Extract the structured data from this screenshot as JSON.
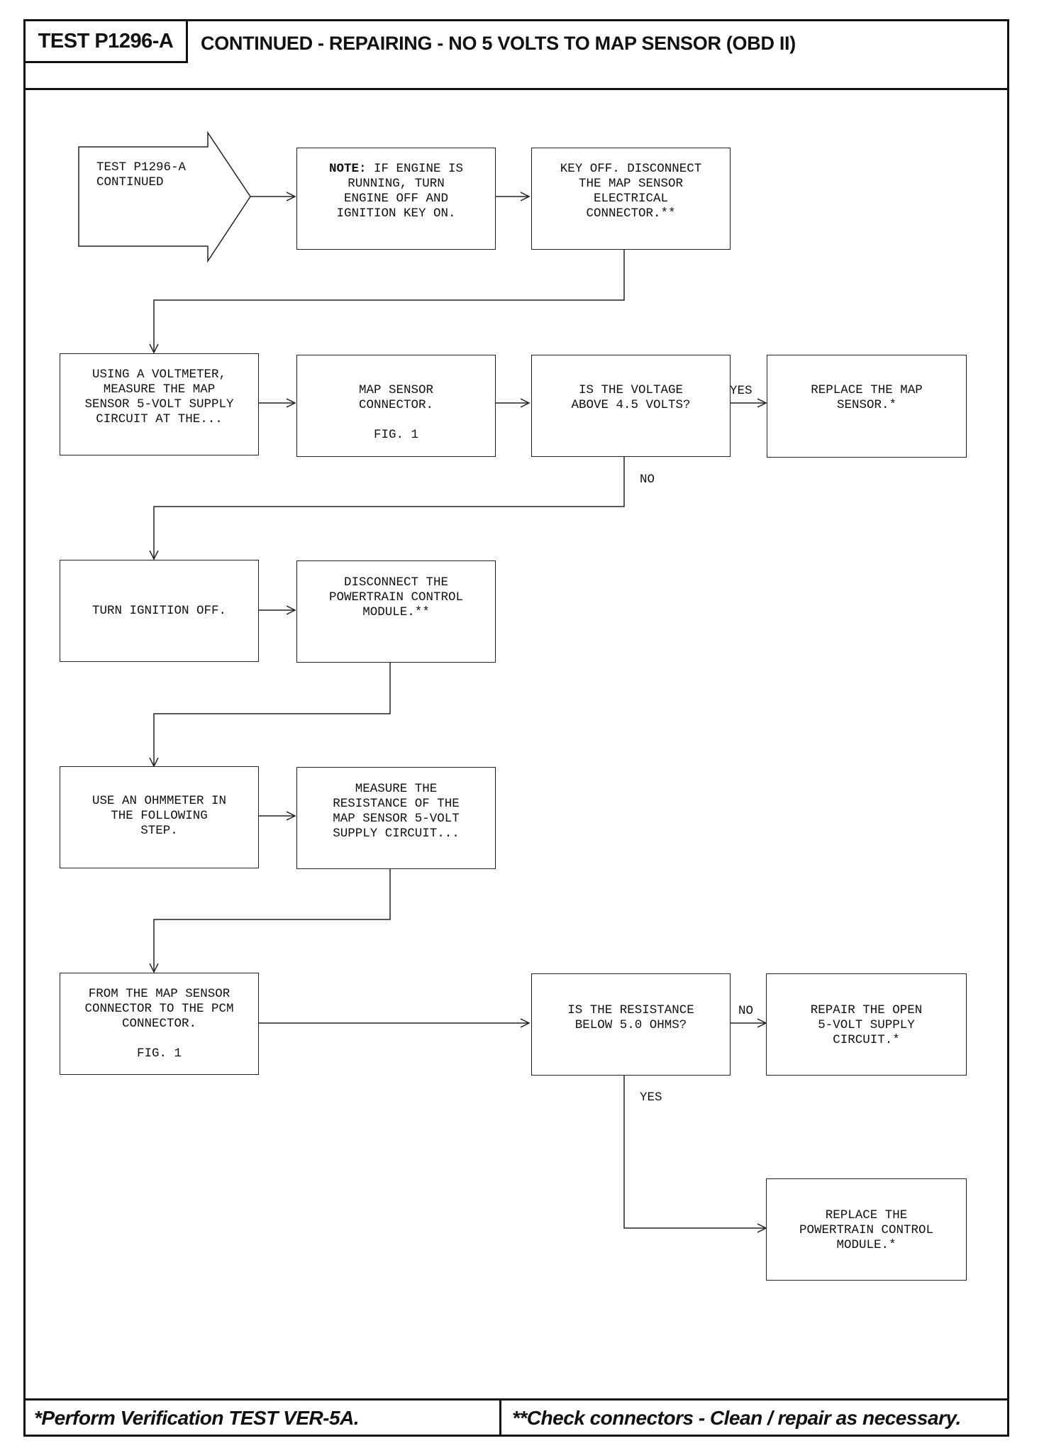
{
  "header": {
    "test_id": "TEST P1296-A",
    "title": "CONTINUED - REPAIRING - NO 5 VOLTS TO MAP SENSOR (OBD II)"
  },
  "start": {
    "lines": [
      "TEST P1296-A",
      "CONTINUED"
    ]
  },
  "steps": {
    "note": {
      "bold": "NOTE:",
      "line1": " IF ENGINE IS",
      "line2": "RUNNING, TURN",
      "line3": "ENGINE OFF AND",
      "line4": "IGNITION KEY ON."
    },
    "disconnect_map": {
      "line1": "KEY OFF. DISCONNECT",
      "line2": "THE MAP SENSOR",
      "line3": "ELECTRICAL",
      "line4": "CONNECTOR.**"
    },
    "voltmeter": {
      "line1": "USING A VOLTMETER,",
      "line2": "MEASURE THE MAP",
      "line3": "SENSOR 5-VOLT SUPPLY",
      "line4": "CIRCUIT AT THE..."
    },
    "map_connector": {
      "line1": "MAP SENSOR",
      "line2": "CONNECTOR.",
      "fig": "FIG. 1"
    },
    "voltage_question": {
      "line1": "IS THE VOLTAGE",
      "line2": "ABOVE 4.5 VOLTS?"
    },
    "replace_map": {
      "line1": "REPLACE THE MAP",
      "line2": "SENSOR.*"
    },
    "ignition_off": {
      "line1": "TURN IGNITION OFF."
    },
    "disconnect_pcm": {
      "line1": "DISCONNECT THE",
      "line2": "POWERTRAIN CONTROL",
      "line3": "MODULE.**"
    },
    "ohmmeter": {
      "line1": "USE AN OHMMETER IN",
      "line2": "THE FOLLOWING",
      "line3": "STEP."
    },
    "measure_resistance": {
      "line1": "MEASURE THE",
      "line2": "RESISTANCE OF THE",
      "line3": "MAP SENSOR 5-VOLT",
      "line4": "SUPPLY CIRCUIT..."
    },
    "from_map": {
      "line1": "FROM THE MAP SENSOR",
      "line2": "CONNECTOR TO THE PCM",
      "line3": "CONNECTOR.",
      "fig": "FIG. 1"
    },
    "resistance_question": {
      "line1": "IS THE RESISTANCE",
      "line2": "BELOW 5.0 OHMS?"
    },
    "repair_open": {
      "line1": "REPAIR THE OPEN",
      "line2": "5-VOLT SUPPLY",
      "line3": "CIRCUIT.*"
    },
    "replace_pcm": {
      "line1": "REPLACE THE",
      "line2": "POWERTRAIN CONTROL",
      "line3": "MODULE.*"
    }
  },
  "labels": {
    "voltage_yes": "YES",
    "voltage_no": "NO",
    "resistance_no": "NO",
    "resistance_yes": "YES"
  },
  "footer": {
    "left": "*Perform Verification TEST VER-5A.",
    "right": "**Check connectors - Clean / repair as necessary."
  }
}
